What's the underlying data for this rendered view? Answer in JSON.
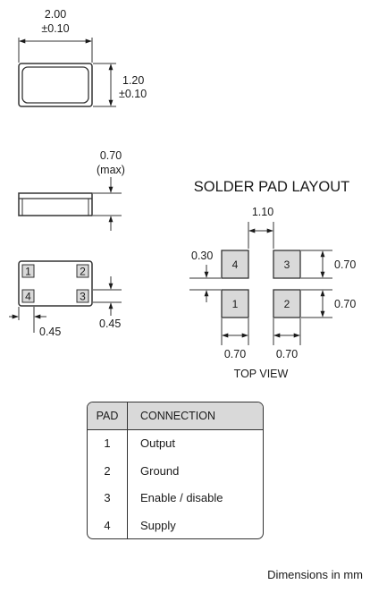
{
  "top_view": {
    "length_value": "2.00",
    "length_tol": "±0.10",
    "width_value": "1.20",
    "width_tol": "±0.10"
  },
  "side_view": {
    "height_value": "0.70",
    "height_note": "(max)"
  },
  "bottom_view": {
    "pins": [
      "1",
      "2",
      "4",
      "3"
    ],
    "pad_w": "0.45",
    "pad_h": "0.45"
  },
  "solder_pad": {
    "title": "SOLDER PAD LAYOUT",
    "pitch_x": "1.10",
    "gap_y": "0.30",
    "pad_h_top": "0.70",
    "pad_h_bottom": "0.70",
    "pad_w_left": "0.70",
    "pad_w_right": "0.70",
    "pads": [
      "4",
      "3",
      "1",
      "2"
    ],
    "caption": "TOP VIEW"
  },
  "table": {
    "headers": [
      "PAD",
      "CONNECTION"
    ],
    "rows": [
      {
        "pad": "1",
        "connection": "Output"
      },
      {
        "pad": "2",
        "connection": "Ground"
      },
      {
        "pad": "3",
        "connection": "Enable / disable"
      },
      {
        "pad": "4",
        "connection": "Supply"
      }
    ]
  },
  "footer": "Dimensions in mm",
  "colors": {
    "pad_fill": "#d9d9d9",
    "outline": "#333333"
  }
}
